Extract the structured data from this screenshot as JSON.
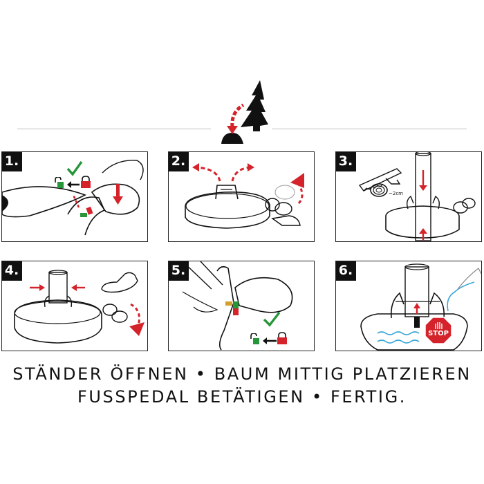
{
  "steps": [
    {
      "number": "1."
    },
    {
      "number": "2."
    },
    {
      "number": "3."
    },
    {
      "number": "4."
    },
    {
      "number": "5."
    },
    {
      "number": "6."
    }
  ],
  "labels": {
    "measure": "~2cm",
    "stop": "STOP"
  },
  "caption": {
    "line1": "STÄNDER ÖFFNEN • BAUM MITTIG PLATZIEREN",
    "line2": "FUSSPEDAL BETÄTIGEN • FERTIG."
  },
  "colors": {
    "arrow": "#d4232a",
    "lock_green": "#27963a",
    "lock_red": "#d4232a",
    "check": "#27963a",
    "water": "#3aa7d8",
    "ink": "#111111"
  },
  "icons": [
    "tree-icon",
    "lock-open-icon",
    "lock-closed-icon",
    "check-icon",
    "saw-icon",
    "stop-sign-icon",
    "hand-icon",
    "foot-icon"
  ]
}
